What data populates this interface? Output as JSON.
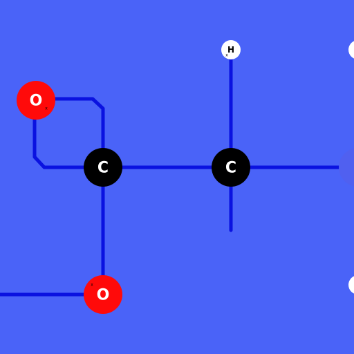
{
  "colors": {
    "background": "#4a63f8",
    "bond": "#0a12e0",
    "carbon": "#000000",
    "oxygen": "#ff0a0a",
    "hydrogen": "#ffffff",
    "nitrogen": "#5060f0",
    "label_light": "#ffffff",
    "label_dark": "#000000"
  },
  "atoms": {
    "carbon_1": {
      "element": "carbon",
      "symbol": "C"
    },
    "carbon_2": {
      "element": "carbon",
      "symbol": "C"
    },
    "oxygen_1": {
      "element": "oxygen",
      "symbol": "O",
      "charge": "x"
    },
    "oxygen_2": {
      "element": "oxygen",
      "symbol": "O",
      "charge": "x"
    },
    "hydrogen_1": {
      "element": "hydrogen",
      "symbol": "H",
      "charge": "x"
    }
  }
}
